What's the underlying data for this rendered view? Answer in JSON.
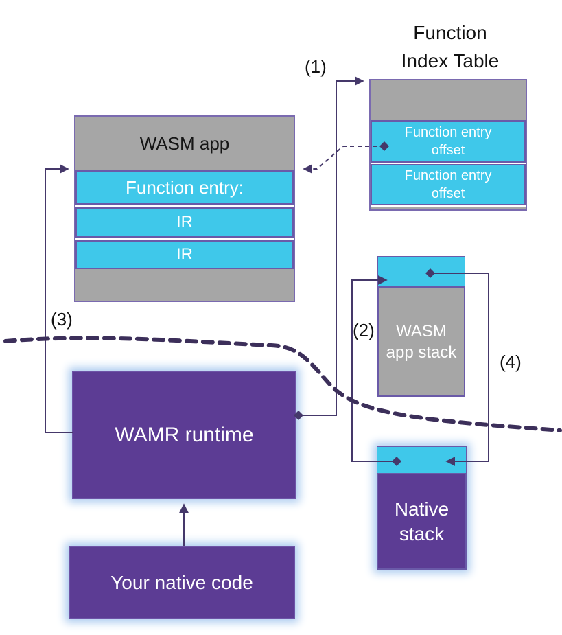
{
  "colors": {
    "background": "#ffffff",
    "gray": "#a6a6a6",
    "cyan": "#3fc8ea",
    "purple_box": "#5c3c94",
    "border_purple": "#6a5aa8",
    "line": "#45386a",
    "wavy_line": "#3c2f5a",
    "glow": "#aecdf0",
    "text_dark": "#111111",
    "text_light": "#ffffff"
  },
  "fit": {
    "title": "Function\nIndex Table",
    "rows": [
      "Function entry\noffset",
      "Function entry\noffset"
    ]
  },
  "wasm_app": {
    "header": "WASM app",
    "rows": [
      "Function entry:",
      "IR",
      "IR"
    ]
  },
  "wasm_stack": {
    "label": "WASM\napp stack"
  },
  "native_stack": {
    "label": "Native\nstack"
  },
  "wamr": {
    "label": "WAMR runtime"
  },
  "native_code": {
    "label": "Your native code"
  },
  "markers": {
    "m1": "(1)",
    "m2": "(2)",
    "m3": "(3)",
    "m4": "(4)"
  }
}
